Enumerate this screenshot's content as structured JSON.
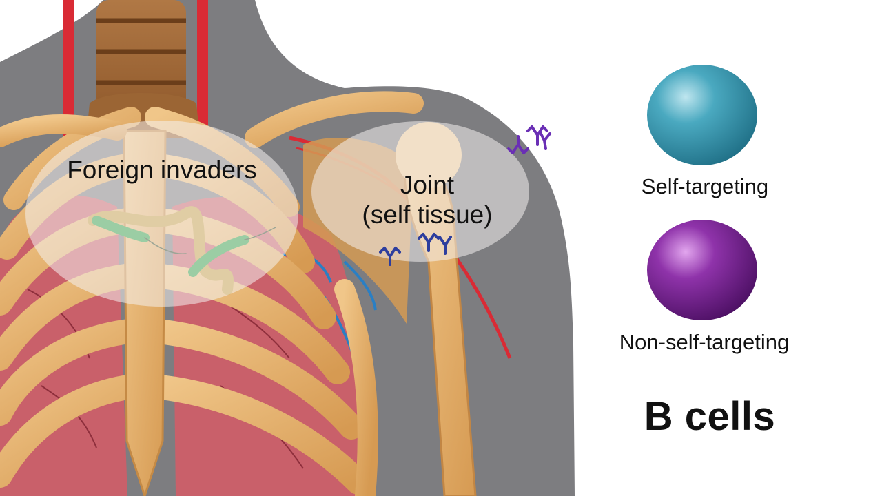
{
  "labels": {
    "foreign_invaders": "Foreign invaders",
    "joint_line1": "Joint",
    "joint_line2": "(self tissue)",
    "self_targeting": "Self-targeting",
    "non_self_targeting": "Non-self-targeting",
    "title": "B cells"
  },
  "colors": {
    "self_targeting_cell": "#3b9cb4",
    "non_self_targeting_cell": "#7e2a9a",
    "bone": "#e3b06c",
    "lung": "#c9606a",
    "body_silhouette": "#7d7d80",
    "artery": "#d92b35",
    "vein": "#2a7fc4",
    "bacteria": "#2fa34a",
    "antibody_purple": "#6a2fb5",
    "antibody_blue": "#2d3e9e"
  }
}
